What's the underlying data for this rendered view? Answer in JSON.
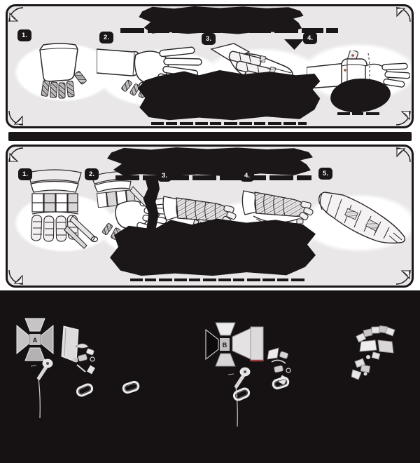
{
  "panel1": {
    "steps": [
      {
        "badge": "1."
      },
      {
        "badge": "2."
      },
      {
        "badge": "3."
      },
      {
        "badge": "4."
      }
    ]
  },
  "panel2": {
    "steps": [
      {
        "badge": "1."
      },
      {
        "badge": "2."
      },
      {
        "badge": "3."
      },
      {
        "badge": "4."
      },
      {
        "badge": "5."
      }
    ]
  },
  "parts_panel": {
    "labels": {
      "a": "A",
      "b": "B"
    }
  },
  "colors": {
    "ink": "#1b1718",
    "panel_bg": "#e9e7e8",
    "parts_bg": "#161213",
    "metal_gray": "#c6c4c5",
    "accent_red": "#9c4a43"
  }
}
